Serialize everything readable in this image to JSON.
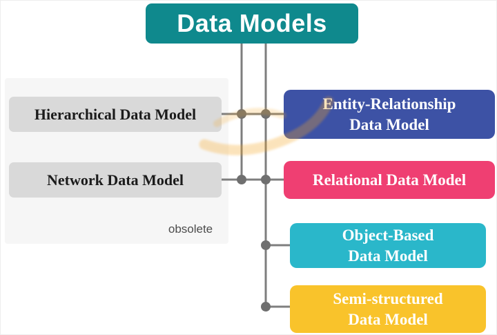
{
  "title": {
    "label": "Data Models",
    "bg": "#0f898d"
  },
  "left_panel": {
    "items": [
      {
        "label": "Hierarchical Data Model"
      },
      {
        "label": "Network Data Model"
      }
    ],
    "note": "obsolete"
  },
  "right_nodes": [
    {
      "lines": [
        "Entity-Relationship",
        "Data Model"
      ],
      "bg": "#3d52a5"
    },
    {
      "lines": [
        "Relational Data Model"
      ],
      "bg": "#ef3f72"
    },
    {
      "lines": [
        "Object-Based",
        "Data Model"
      ],
      "bg": "#2ab7ca"
    },
    {
      "lines": [
        "Semi-structured",
        "Data Model"
      ],
      "bg": "#f9c32b"
    }
  ],
  "connector_color": "#7e7e7e",
  "dot_color": "#6f6f6f",
  "watermark_color": "#f5a623"
}
